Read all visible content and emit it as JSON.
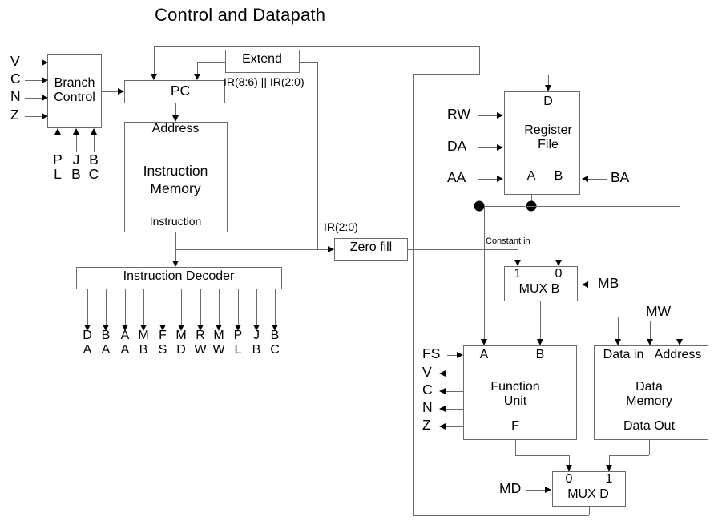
{
  "title": "Control and Datapath",
  "blocks": {
    "branch_control": "Branch\nControl",
    "branch_control_l1": "Branch",
    "branch_control_l2": "Control",
    "pc": "PC",
    "extend": "Extend",
    "instruction_memory_l1": "Instruction",
    "instruction_memory_l2": "Memory",
    "instruction_memory_in": "Address",
    "instruction_memory_out": "Instruction",
    "instruction_decoder": "Instruction Decoder",
    "zero_fill": "Zero fill",
    "register_file_l1": "Register",
    "register_file_l2": "File",
    "register_file_d": "D",
    "register_file_a": "A",
    "register_file_b": "B",
    "mux_b_name": "MUX B",
    "mux_b_sel1": "1",
    "mux_b_sel0": "0",
    "mux_d_name": "MUX D",
    "mux_d_sel0": "0",
    "mux_d_sel1": "1",
    "function_unit_l1": "Function",
    "function_unit_l2": "Unit",
    "function_unit_a": "A",
    "function_unit_b": "B",
    "function_unit_f": "F",
    "data_memory_l1": "Data",
    "data_memory_l2": "Memory",
    "data_memory_in": "Data in",
    "data_memory_addr": "Address",
    "data_memory_out": "Data Out"
  },
  "flags_in": [
    "V",
    "C",
    "N",
    "Z"
  ],
  "branch_control_bottom": [
    {
      "top": "P",
      "bottom": "L"
    },
    {
      "top": "J",
      "bottom": "B"
    },
    {
      "top": "B",
      "bottom": "C"
    }
  ],
  "decoder_outputs": [
    {
      "top": "D",
      "bottom": "A"
    },
    {
      "top": "B",
      "bottom": "A"
    },
    {
      "top": "A",
      "bottom": "A"
    },
    {
      "top": "M",
      "bottom": "B"
    },
    {
      "top": "F",
      "bottom": "S"
    },
    {
      "top": "M",
      "bottom": "D"
    },
    {
      "top": "R",
      "bottom": "W"
    },
    {
      "top": "M",
      "bottom": "W"
    },
    {
      "top": "P",
      "bottom": "L"
    },
    {
      "top": "J",
      "bottom": "B"
    },
    {
      "top": "B",
      "bottom": "C"
    }
  ],
  "bus_labels": {
    "ir_concat": "IR(8:6) || IR(2:0)",
    "ir_2_0": "IR(2:0)",
    "constant_in": "Constant in"
  },
  "signals": {
    "rw": "RW",
    "da": "DA",
    "aa": "AA",
    "ba": "BA",
    "mb": "MB",
    "mw": "MW",
    "md": "MD",
    "fs": "FS"
  },
  "function_unit_flags": [
    "V",
    "C",
    "N",
    "Z"
  ],
  "colors": {
    "line": "#6b6b6b",
    "arrow": "#000000",
    "text": "#000000",
    "background": "#ffffff"
  }
}
